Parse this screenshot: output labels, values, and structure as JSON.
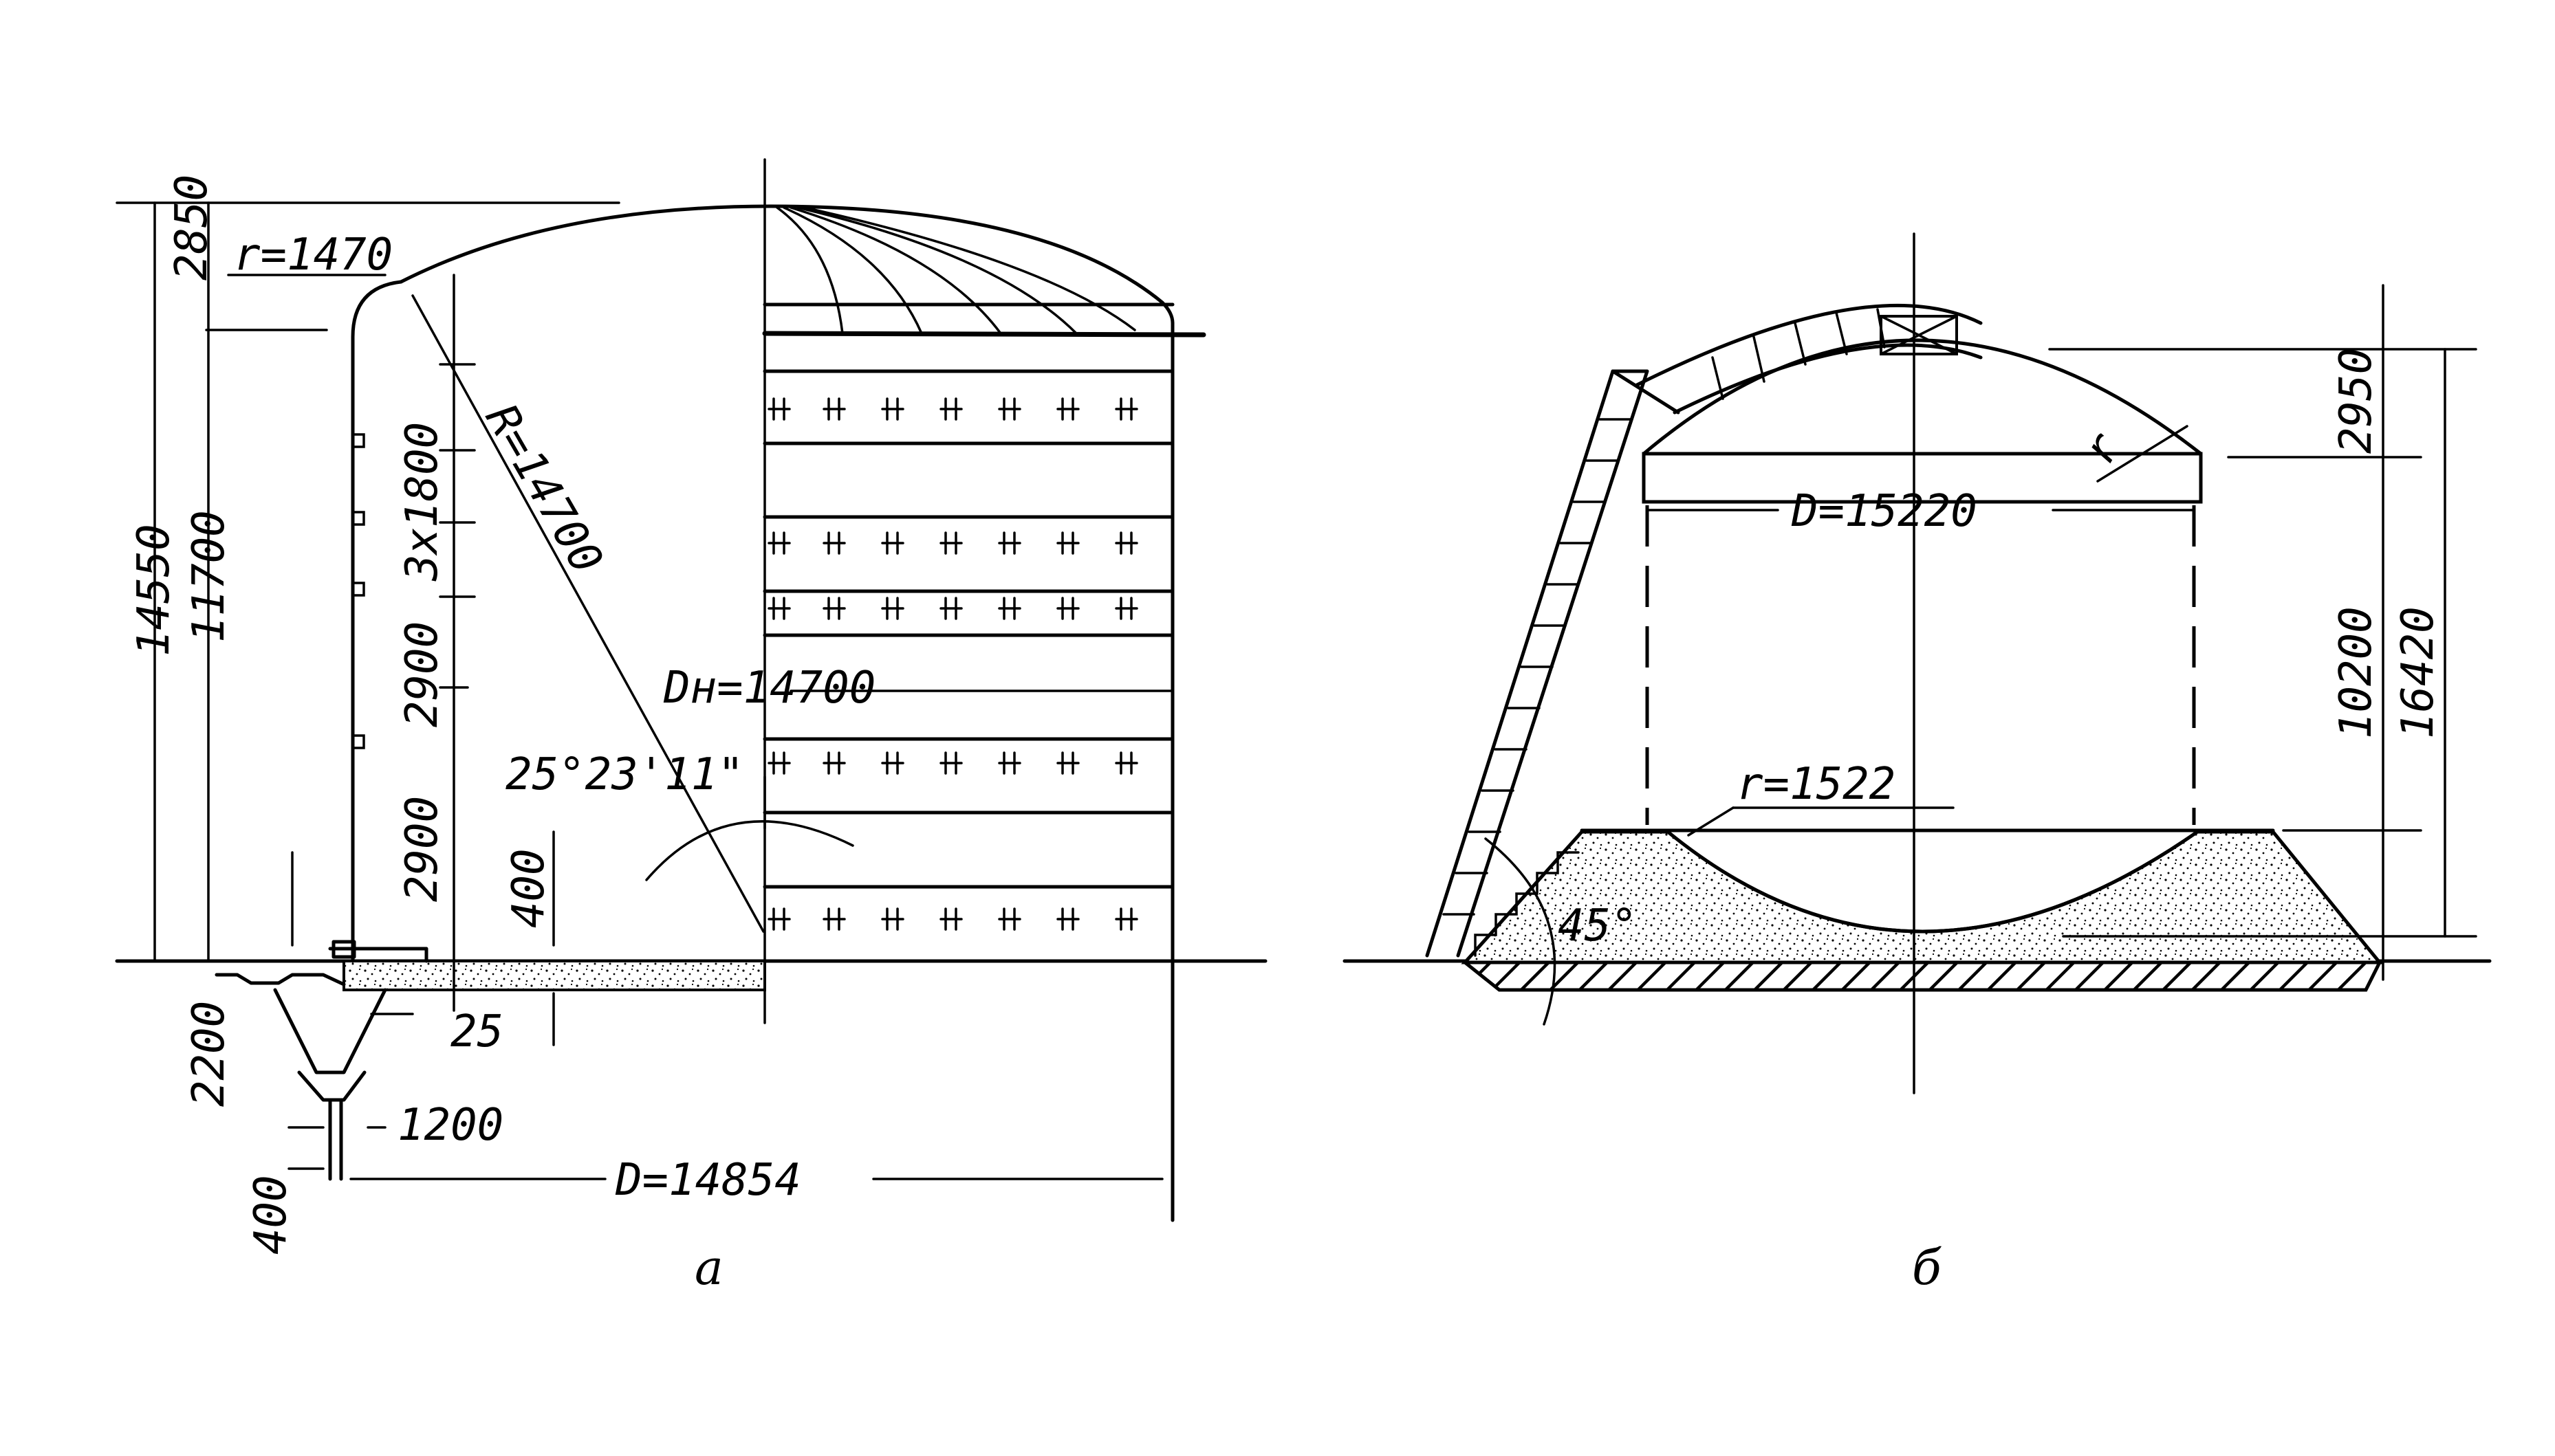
{
  "figure_a": {
    "caption": "а",
    "dims": {
      "d_2850": "2850",
      "d_14550": "14550",
      "d_11700": "11700",
      "d_r1470": "r=1470",
      "d_R14700": "R=14700",
      "d_3x1800": "3x1800",
      "d_2900_upper": "2900",
      "d_2900_lower": "2900",
      "d_400_right": "400",
      "d_Dn14700": "Dн=14700",
      "d_angle": "25°23'11\"",
      "d_2200": "2200",
      "d_25": "25",
      "d_1200": "1200",
      "d_400_bottom": "400",
      "d_D14854": "D=14854"
    }
  },
  "figure_b": {
    "caption": "б",
    "dims": {
      "d_D15220": "D=15220",
      "d_r_small": "r",
      "d_2950": "2950",
      "d_10200": "10200",
      "d_16420": "16420",
      "d_r1522": "r=1522",
      "d_45": "45°"
    }
  }
}
